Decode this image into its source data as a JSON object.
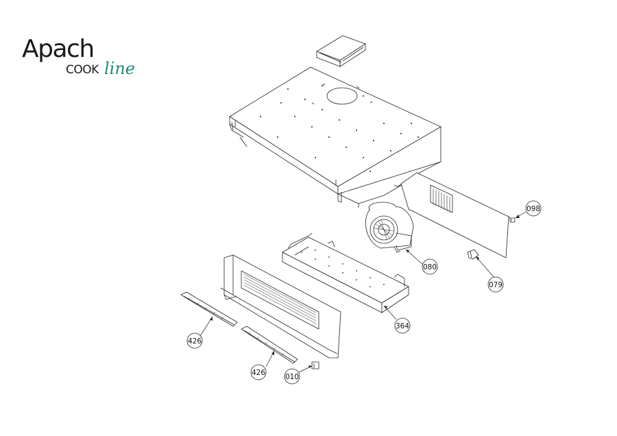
{
  "logo": {
    "brand": "Apach",
    "sub1": "COOK",
    "sub2": "line"
  },
  "callouts": [
    {
      "id": "098",
      "label": "098"
    },
    {
      "id": "079",
      "label": "079"
    },
    {
      "id": "080",
      "label": "080"
    },
    {
      "id": "364",
      "label": "364"
    },
    {
      "id": "426a",
      "label": "426"
    },
    {
      "id": "426b",
      "label": "426"
    },
    {
      "id": "010",
      "label": "010"
    }
  ]
}
